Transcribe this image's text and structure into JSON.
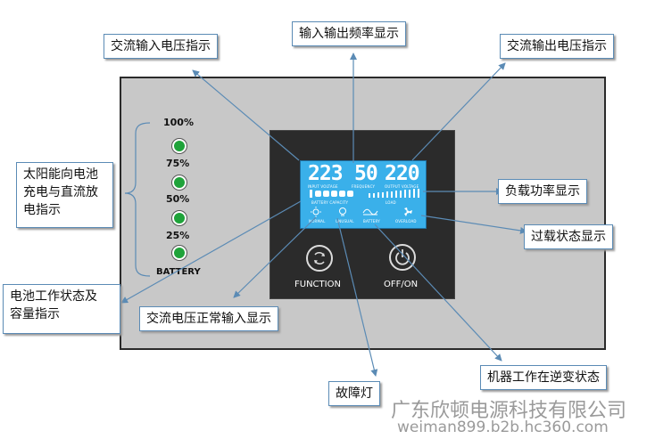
{
  "labels": {
    "ac_input_voltage": "交流输入电压指示",
    "io_frequency": "输入输出频率显示",
    "ac_output_voltage": "交流输出电压指示",
    "solar_charge_line1": "太阳能向电池",
    "solar_charge_line2": "充电与直流放",
    "solar_charge_line3": "电指示",
    "load_power": "负载功率显示",
    "overload": "过载状态显示",
    "battery_status_line1": "电池工作状态及",
    "battery_status_line2": "容量指示",
    "ac_normal_input": "交流电压正常输入显示",
    "inverter_state": "机器工作在逆变状态",
    "fault_light": "故障灯"
  },
  "battery_scale": {
    "levels": [
      "100%",
      "75%",
      "50%",
      "25%"
    ],
    "caption": "BATTERY"
  },
  "lcd": {
    "input_voltage": "223",
    "frequency": "50",
    "output_voltage": "220",
    "input_voltage_label": "INPUT VOLTAGE",
    "frequency_label": "FREQUENCY",
    "output_voltage_label": "OUTPUT VOLTAGE",
    "battery_capacity_label": "BATTERY CAPACITY",
    "load_label": "LOAD",
    "normal_label": "NORMAL",
    "unusual_label": "UNUSUAL",
    "battery_label": "BATTERY",
    "overload_label": "OVERLOAD"
  },
  "buttons": {
    "function_label": "FUNCTION",
    "power_label": "OFF/ON"
  },
  "watermark": {
    "company": "广东欣顿电源科技有限公司",
    "site": "weiman899.b2b.hc360.com"
  },
  "colors": {
    "lcd_blue": "#3ab0ea",
    "led_green": "#1fa33a",
    "connector": "#5b8bb5",
    "panel_gray": "#c8c8c8"
  }
}
